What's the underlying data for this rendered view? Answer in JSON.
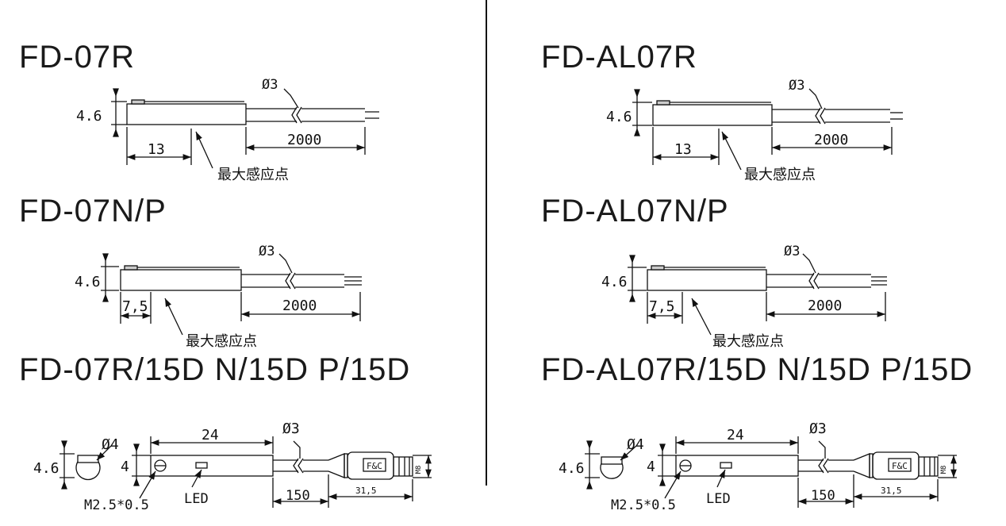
{
  "left": {
    "title1": "FD-07R",
    "title2": "FD-07N/P",
    "title3": "FD-07R/15D N/15D P/15D",
    "d1": {
      "height": "4.6",
      "dia": "Ø3",
      "len1": "13",
      "len2": "2000",
      "point": "最大感应点"
    },
    "d2": {
      "height": "4.6",
      "dia": "Ø3",
      "len1": "7,5",
      "len2": "2000",
      "point": "最大感应点"
    },
    "d3": {
      "height": "4.6",
      "dia4": "Ø4",
      "h4": "4",
      "len24": "24",
      "dia3": "Ø3",
      "screw": "M2.5*0.5",
      "led": "LED",
      "len150": "150",
      "len315": "31,5",
      "m8": "M8",
      "brand": "F&C"
    }
  },
  "right": {
    "title1": "FD-AL07R",
    "title2": "FD-AL07N/P",
    "title3": "FD-AL07R/15D N/15D P/15D",
    "d1": {
      "height": "4.6",
      "dia": "Ø3",
      "len1": "13",
      "len2": "2000",
      "point": "最大感应点"
    },
    "d2": {
      "height": "4.6",
      "dia": "Ø3",
      "len1": "7,5",
      "len2": "2000",
      "point": "最大感应点"
    },
    "d3": {
      "height": "4.6",
      "dia4": "Ø4",
      "h4": "4",
      "len24": "24",
      "dia3": "Ø3",
      "screw": "M2.5*0.5",
      "led": "LED",
      "len150": "150",
      "len315": "31,5",
      "m8": "M8",
      "brand": "F&C"
    }
  }
}
